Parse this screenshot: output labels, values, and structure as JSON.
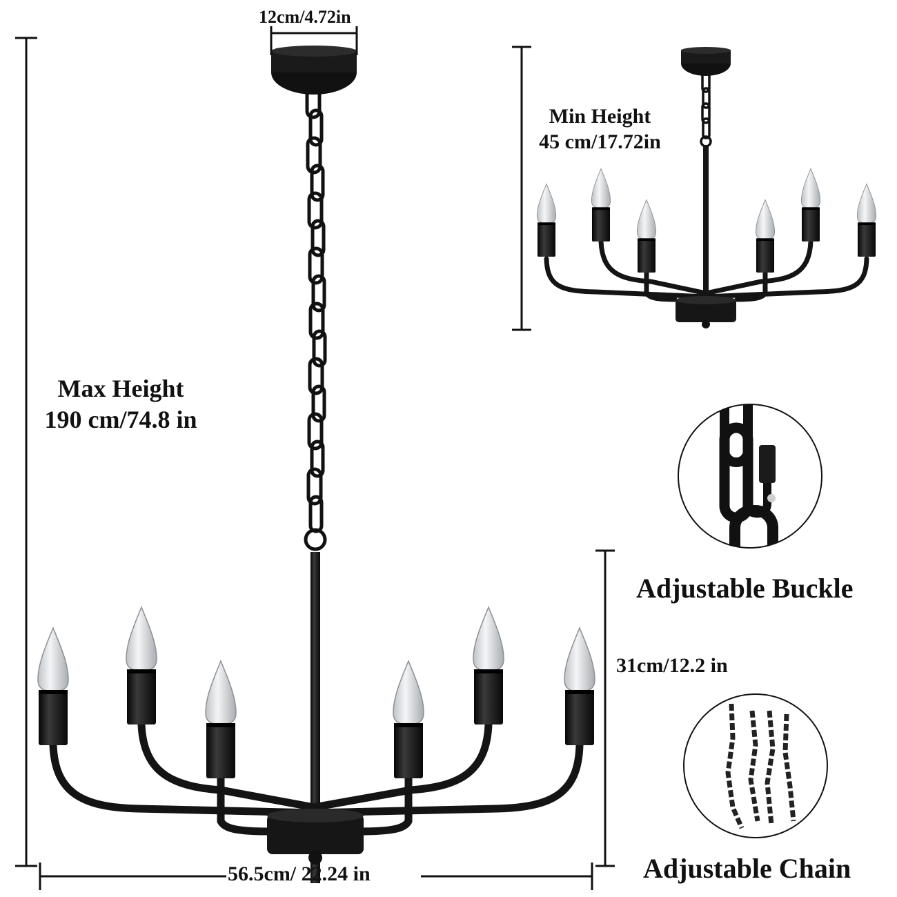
{
  "labels": {
    "canopy_width": "12cm/4.72in",
    "max_height_line1": "Max Height",
    "max_height_line2": "190 cm/74.8 in",
    "min_height_line1": "Min Height",
    "min_height_line2": "45 cm/17.72in",
    "fixture_height": "31cm/12.2 in",
    "fixture_width": "56.5cm/ 22.24 in",
    "buckle_caption": "Adjustable Buckle",
    "chain_caption": "Adjustable Chain"
  },
  "colors": {
    "fixture": "#141414",
    "bulb_glass": "#e9ecef",
    "dimension_line": "#111111"
  }
}
